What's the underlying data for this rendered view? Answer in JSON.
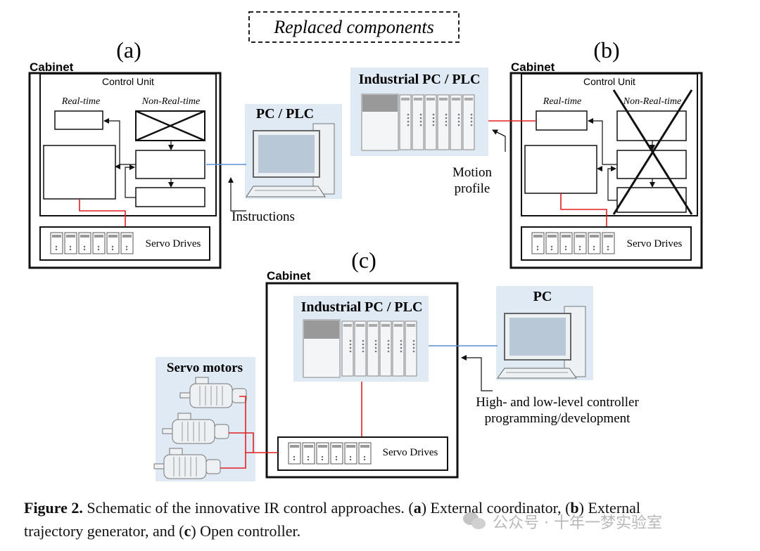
{
  "legend": {
    "replaced": "Replaced components"
  },
  "panels": {
    "a": {
      "label": "(a)",
      "cabinet": "Cabinet",
      "control_unit": "Control Unit",
      "real_time": "Real-time",
      "non_real_time": "Non-Real-time",
      "servo_drives": "Servo Drives",
      "pc_title": "PC / PLC",
      "instructions": "Instructions"
    },
    "b": {
      "label": "(b)",
      "cabinet": "Cabinet",
      "control_unit": "Control Unit",
      "real_time": "Real-time",
      "non_real_time": "Non-Real-time",
      "servo_drives": "Servo Drives",
      "ipc_title": "Industrial PC / PLC",
      "motion_line1": "Motion",
      "motion_line2": "profile"
    },
    "c": {
      "label": "(c)",
      "cabinet": "Cabinet",
      "ipc_title": "Industrial PC / PLC",
      "servo_drives": "Servo Drives",
      "pc_title": "PC",
      "servo_motors": "Servo motors",
      "prog_line1": "High- and low-level controller",
      "prog_line2": "programming/development"
    }
  },
  "caption": {
    "figure": "Figure 2.",
    "text1": " Schematic of the innovative IR control approaches. (",
    "a": "a",
    "text2": ") External coordinator, (",
    "b": "b",
    "text3": ") External",
    "text4": "trajectory generator, and (",
    "c": "c",
    "text5": ") Open controller."
  },
  "watermark": "公众号 · 十年一梦实验室",
  "colors": {
    "signal_red": "#e02020",
    "link_blue": "#5b8fd6",
    "device_bg": "#dfeaf5"
  }
}
